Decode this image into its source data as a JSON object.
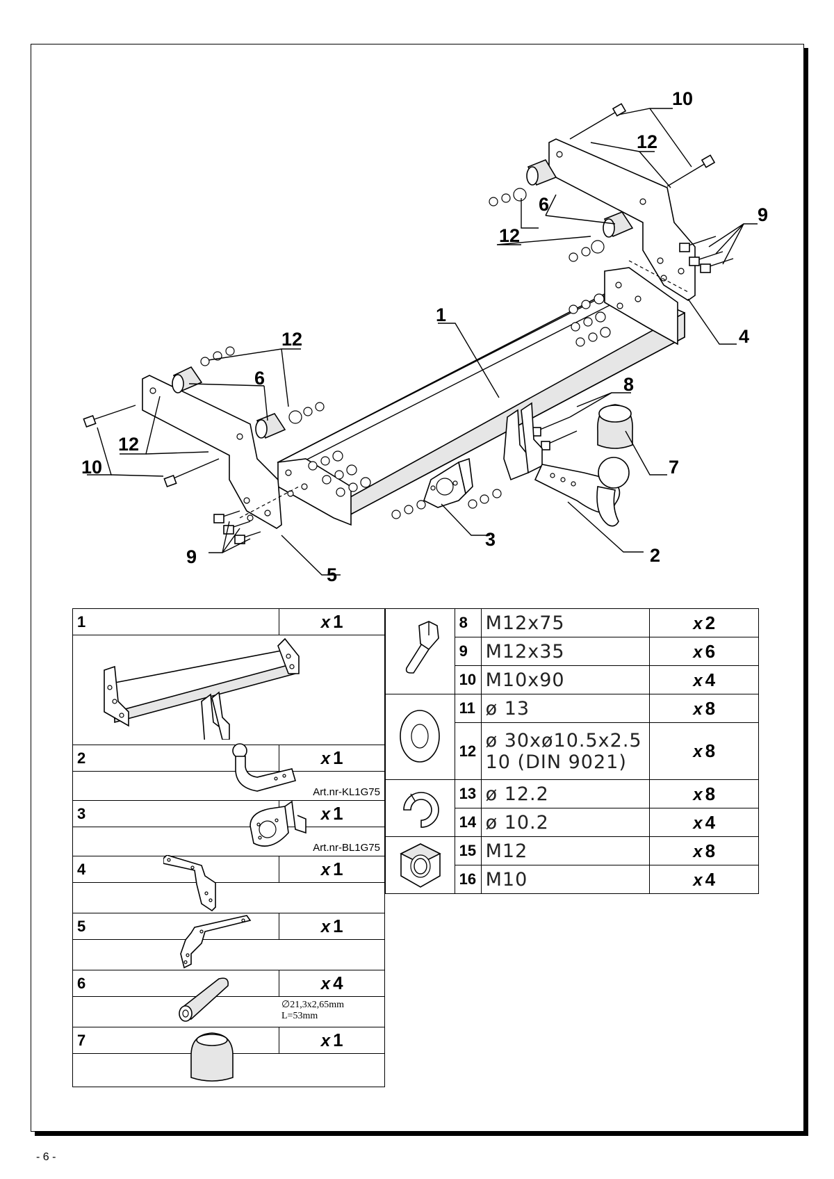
{
  "callouts": [
    "1",
    "2",
    "3",
    "4",
    "5",
    "6",
    "6",
    "7",
    "8",
    "9",
    "9",
    "10",
    "10",
    "12",
    "12",
    "12",
    "12"
  ],
  "left_parts": [
    {
      "num": "1",
      "qty_prefix": "x",
      "qty": "1",
      "note": ""
    },
    {
      "num": "2",
      "qty_prefix": "x",
      "qty": "1",
      "note": "Art.nr-KL1G75"
    },
    {
      "num": "3",
      "qty_prefix": "x",
      "qty": "1",
      "note": "Art.nr-BL1G75"
    },
    {
      "num": "4",
      "qty_prefix": "x",
      "qty": "1",
      "note": ""
    },
    {
      "num": "5",
      "qty_prefix": "x",
      "qty": "1",
      "note": ""
    },
    {
      "num": "6",
      "qty_prefix": "x",
      "qty": "4",
      "note_line1": "∅21,3x2,65mm",
      "note_line2": "L=53mm"
    },
    {
      "num": "7",
      "qty_prefix": "x",
      "qty": "1",
      "note": ""
    }
  ],
  "right_parts": [
    {
      "num": "8",
      "spec": "M12x75",
      "qty_prefix": "x",
      "qty": "2"
    },
    {
      "num": "9",
      "spec": "M12x35",
      "qty_prefix": "x",
      "qty": "6"
    },
    {
      "num": "10",
      "spec": "M10x90",
      "qty_prefix": "x",
      "qty": "4"
    },
    {
      "num": "11",
      "spec": "ø 13",
      "qty_prefix": "x",
      "qty": "8"
    },
    {
      "num": "12",
      "spec_line1": "ø 30xø10.5x2.5",
      "spec_line2": "10  (DIN 9021)",
      "qty_prefix": "x",
      "qty": "8"
    },
    {
      "num": "13",
      "spec": "ø 12.2",
      "qty_prefix": "x",
      "qty": "8"
    },
    {
      "num": "14",
      "spec": "ø 10.2",
      "qty_prefix": "x",
      "qty": "4"
    },
    {
      "num": "15",
      "spec": "M12",
      "qty_prefix": "x",
      "qty": "8"
    },
    {
      "num": "16",
      "spec": "M10",
      "qty_prefix": "x",
      "qty": "4"
    }
  ],
  "page_number": "- 6 -"
}
